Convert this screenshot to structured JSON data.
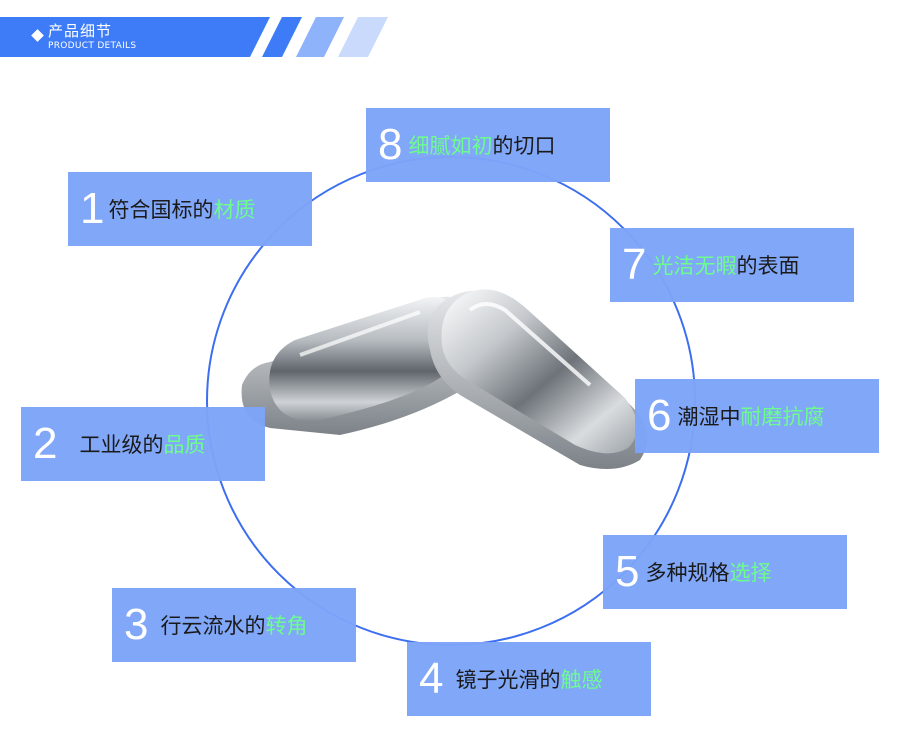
{
  "header": {
    "title": "产品细节",
    "subtitle": "PRODUCT DETAILS",
    "banner_color": "#3d7cf6"
  },
  "colors": {
    "box": "#7da4f8",
    "highlight": "#6dfc8e",
    "ring": "#3b6ef0"
  },
  "features": [
    {
      "num": "1",
      "text": "符合国标的",
      "highlight": "材质",
      "highlight_first": false
    },
    {
      "num": "2",
      "text": "工业级的",
      "highlight": "品质",
      "highlight_first": false
    },
    {
      "num": "3",
      "text": "行云流水的",
      "highlight": "转角",
      "highlight_first": false
    },
    {
      "num": "4",
      "text": "镜子光滑的",
      "highlight": "触感",
      "highlight_first": false
    },
    {
      "num": "5",
      "text": "多种规格",
      "highlight": "选择",
      "highlight_first": false
    },
    {
      "num": "6",
      "text": "潮湿中",
      "highlight": "耐磨抗腐",
      "highlight_first": false
    },
    {
      "num": "7",
      "text": "的表面",
      "highlight": "光洁无暇",
      "highlight_first": true
    },
    {
      "num": "8",
      "text": "的切口",
      "highlight": "细腻如初",
      "highlight_first": true
    }
  ],
  "product_image": "stainless-steel-oval-caps"
}
